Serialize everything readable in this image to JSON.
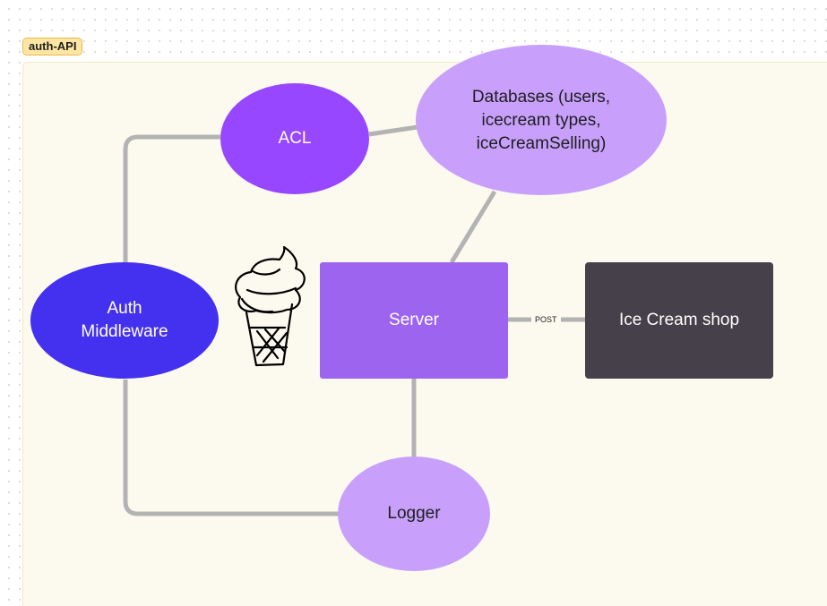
{
  "section": {
    "label": "auth-API"
  },
  "nodes": {
    "acl": {
      "label": "ACL",
      "color": "#9747ff"
    },
    "databases": {
      "label": "Databases (users, icecream types, iceCreamSelling)",
      "color": "#c8a0fb"
    },
    "auth": {
      "label": "Auth Middleware",
      "color": "#4431f0"
    },
    "server": {
      "label": "Server",
      "color": "#9d64f0"
    },
    "shop": {
      "label": "Ice Cream shop",
      "color": "#46404a"
    },
    "logger": {
      "label": "Logger",
      "color": "#c8a0fb"
    }
  },
  "edges": {
    "post_label": "POST"
  },
  "colors": {
    "connector": "#b3b3b3",
    "section_fill": "#fcfaee",
    "section_tag": "#ffe7a3"
  },
  "sketch": {
    "icon": "ice-cream-cone-icon"
  }
}
